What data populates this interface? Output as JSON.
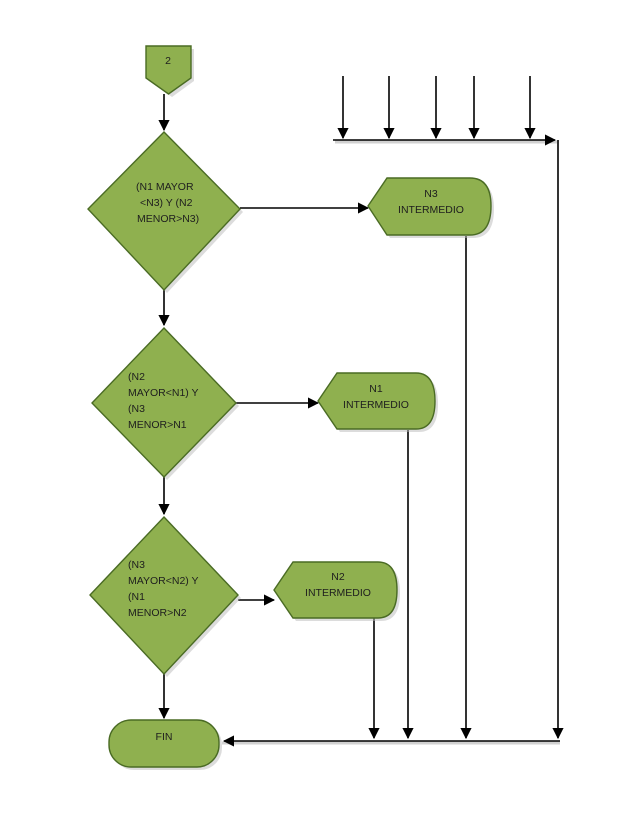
{
  "connector": {
    "label": "2"
  },
  "decisions": [
    {
      "lines": [
        "(N1 MAYOR",
        "<N3) Y (N2",
        "MENOR>N3)"
      ]
    },
    {
      "lines": [
        "(N2",
        "MAYOR<N1) Y",
        "(N3",
        "MENOR>N1"
      ]
    },
    {
      "lines": [
        "(N3",
        "MAYOR<N2) Y",
        "(N1",
        "MENOR>N2"
      ]
    }
  ],
  "outputs": [
    {
      "lines": [
        "N3",
        "INTERMEDIO"
      ]
    },
    {
      "lines": [
        "N1",
        "INTERMEDIO"
      ]
    },
    {
      "lines": [
        "N2",
        "INTERMEDIO"
      ]
    }
  ],
  "terminator": {
    "label": "FIN"
  },
  "colors": {
    "fill": "#8fb04f",
    "stroke": "#4a6b24",
    "line": "#000000"
  }
}
